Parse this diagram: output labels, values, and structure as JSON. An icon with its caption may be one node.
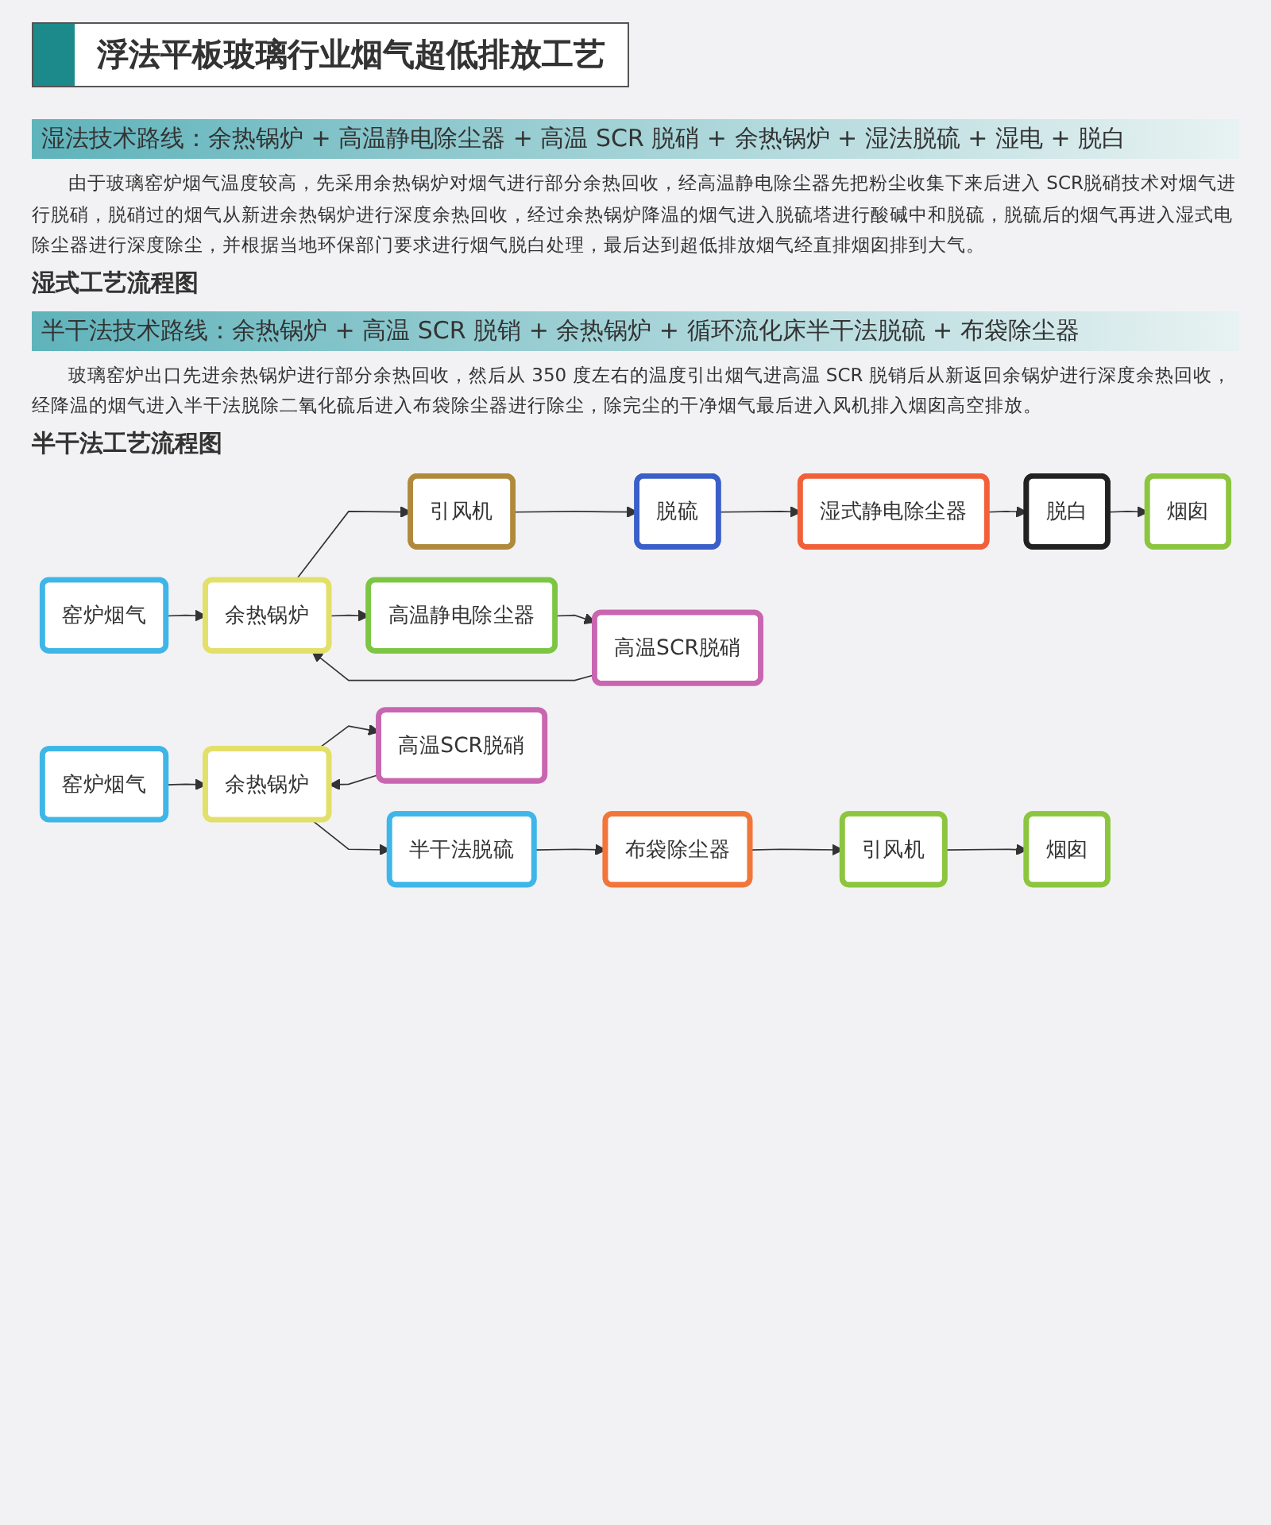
{
  "diagram": {
    "title": "浮法平板玻璃行业烟气超低排放工艺",
    "nodes": [
      {
        "text": [
          "窑炉烟气"
        ]
      },
      {
        "text": [
          "余热锅炉"
        ]
      },
      {
        "text": [
          "高温静电除尘器"
        ]
      },
      {
        "text": [
          "高温SCR脱硝"
        ]
      },
      {
        "text": [
          "引风机"
        ]
      },
      {
        "text": [
          "脱硫"
        ]
      },
      {
        "text": [
          "湿式静电除尘器"
        ]
      },
      {
        "text": [
          "脱白"
        ]
      },
      {
        "text": [
          "烟囱"
        ]
      },
      {
        "text": [
          "窑炉烟气"
        ]
      },
      {
        "text": [
          "余热锅炉"
        ]
      },
      {
        "text": [
          "高温SCR脱硝"
        ]
      },
      {
        "text": [
          "半干法脱硫"
        ]
      },
      {
        "text": [
          "布袋除尘器"
        ]
      },
      {
        "text": [
          "引风机"
        ]
      },
      {
        "text": [
          "烟囱"
        ]
      }
    ],
    "edges": [
      {
        "from": 0,
        "to": 1,
        "arrow": "to"
      },
      {
        "from": 1,
        "to": 2,
        "arrow": "to"
      },
      {
        "from": 2,
        "to": 3,
        "arrow": "to"
      },
      {
        "from": 3,
        "to": 1,
        "arrow": "to"
      },
      {
        "from": 1,
        "to": 4,
        "arrow": "to"
      },
      {
        "from": 4,
        "to": 5,
        "arrow": "to"
      },
      {
        "from": 5,
        "to": 6,
        "arrow": "to"
      },
      {
        "from": 6,
        "to": 7,
        "arrow": "to"
      },
      {
        "from": 7,
        "to": 8,
        "arrow": "to"
      },
      {
        "from": 9,
        "to": 10,
        "arrow": "to"
      },
      {
        "from": 10,
        "to": 11,
        "arrow": "to"
      },
      {
        "from": 11,
        "to": 10,
        "arrow": "to"
      },
      {
        "from": 10,
        "to": 12,
        "arrow": "to"
      },
      {
        "from": 12,
        "to": 13,
        "arrow": "to"
      },
      {
        "from": 13,
        "to": 14,
        "arrow": "to"
      },
      {
        "from": 14,
        "to": 15,
        "arrow": "to"
      }
    ],
    "labels": [
      "湿法技术路线：余热锅炉 + 高温静电除尘器 + 高温 SCR 脱硝 + 余热锅炉 + 湿法脱硫 + 湿电 + 脱白",
      "由于玻璃窑炉烟气温度较高，先采用余热锅炉对烟气进行部分余热回收，经高温静电除尘器先把粉尘收集下来后进入 SCR脱硝技术对烟气进行脱硝，脱硝过的烟气从新进余热锅炉进行深度余热回收，经过余热锅炉降温的烟气进入脱硫塔进行酸碱中和脱硫，脱硫后的烟气再进入湿式电除尘器进行深度除尘，并根据当地环保部门要求进行烟气脱白处理，最后达到超低排放烟气经直排烟囱排到大气。",
      "湿式工艺流程图",
      "半干法技术路线：余热锅炉 + 高温 SCR 脱销 + 余热锅炉 + 循环流化床半干法脱硫 + 布袋除尘器",
      "玻璃窑炉出口先进余热锅炉进行部分余热回收，然后从 350 度左右的温度引出烟气进高温 SCR 脱销后从新返回余锅炉进行深度余热回收，经降温的烟气进入半干法脱除二氧化硫后进入布袋除尘器进行除尘，除完尘的干净烟气最后进入风机排入烟囱高空排放。",
      "半干法工艺流程图"
    ]
  }
}
